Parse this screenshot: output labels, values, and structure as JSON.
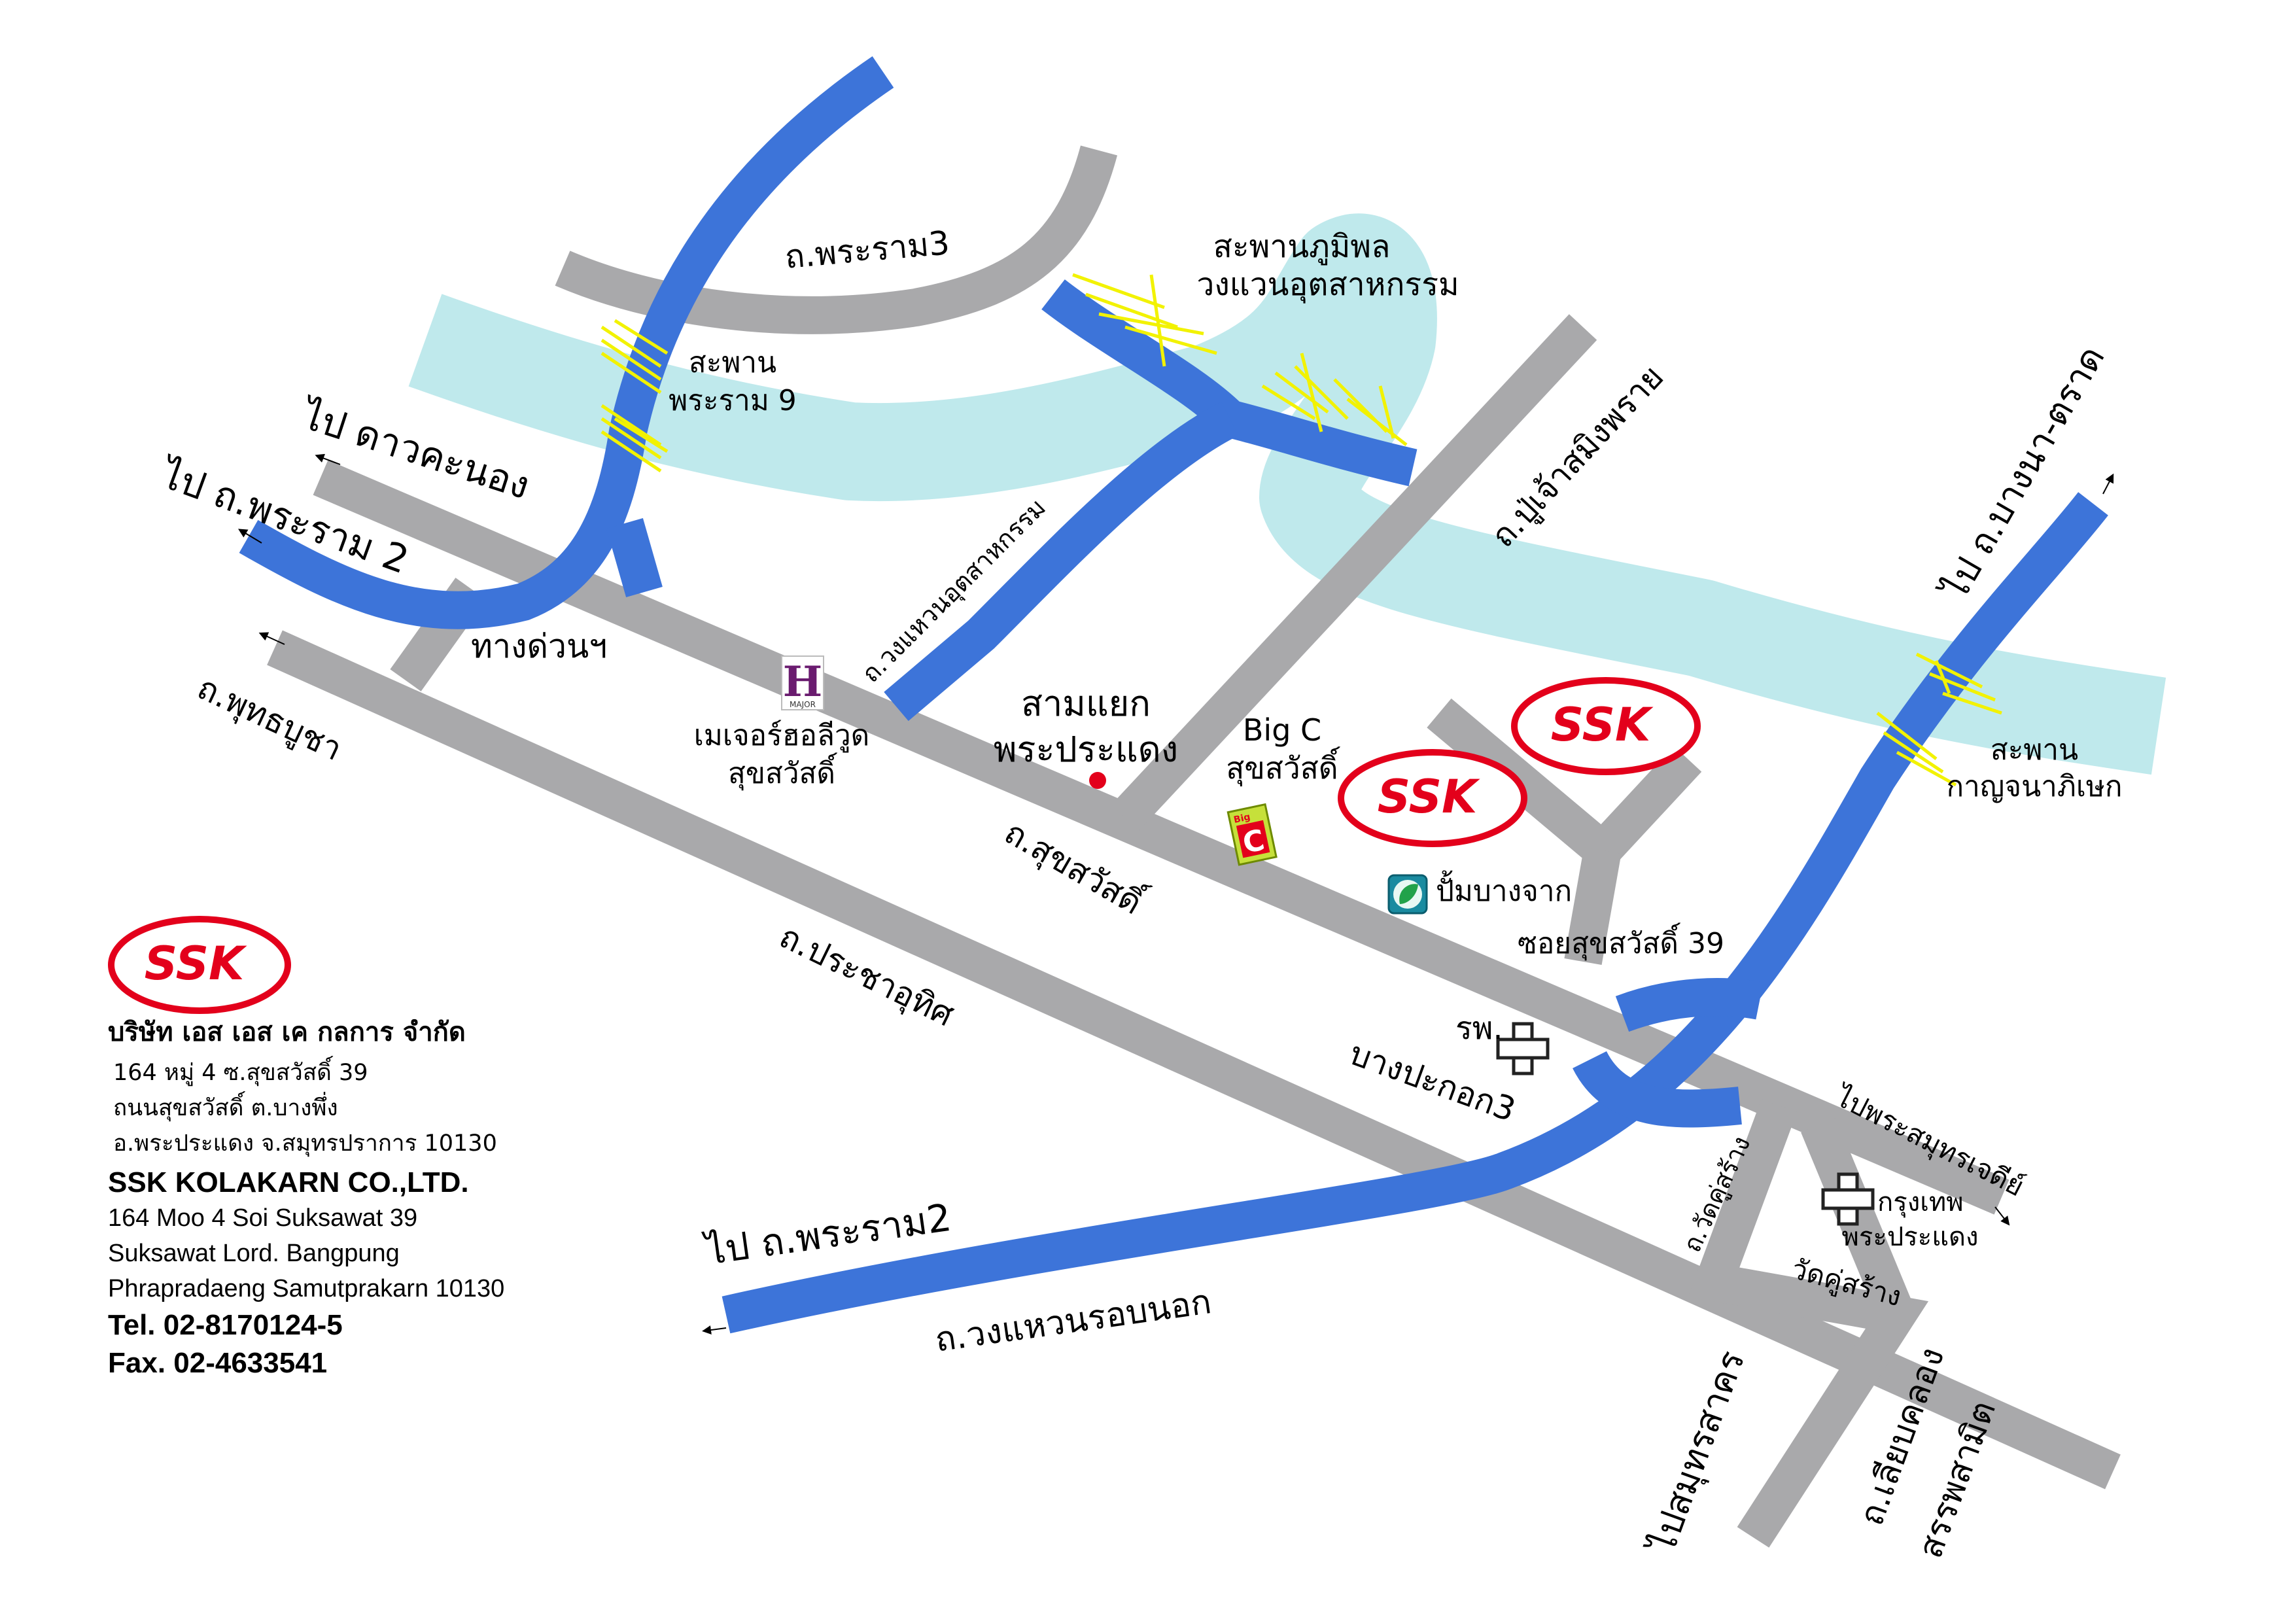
{
  "colors": {
    "expressway": "#3d74d9",
    "road": "#a9a9ab",
    "river": "#bfe9ec",
    "bridge": "#f2f200",
    "logo_red": "#e3001b",
    "landmark_dot": "#e3001b"
  },
  "labels": {
    "to_dao_khanong": "ไป ดาวคะนอง",
    "to_rama2_left": "ไป ถ.พระราม 2",
    "rama3_road": "ถ.พระราม3",
    "bhumibol_bridge": "สะพานภูมิพล",
    "industrial_ring": "วงแวนอุตสาหกรรม",
    "rama9_bridge_1": "สะพาน",
    "rama9_bridge_2": "พระราม 9",
    "expressway": "ทางด่วนฯ",
    "puchao_road": "ถ.ปู่เจ้าสมิงพราย",
    "ring_industrial_road": "ถ.วงแหวนอุตสาหกรรม",
    "phutthabucha_road": "ถ.พุทธบูชา",
    "major_1": "เมเจอร์ฮอลีวูด",
    "major_2": "สุขสวัสดิ์",
    "sam_yaek_1": "สามแยก",
    "sam_yaek_2": "พระประแดง",
    "bigc_1": "Big C",
    "bigc_2": "สุขสวัสดิ์",
    "suksawat_road": "ถ.สุขสวัสดิ์",
    "bangchak": "ปั้มบางจาก",
    "soi_39": "ซอยสุขสวัสดิ์ 39",
    "to_bangna": "ไป ถ.บางนา-ตราด",
    "kanchana_bridge_1": "สะพาน",
    "kanchana_bridge_2": "กาญจนาภิเษก",
    "pracha_uthit_road": "ถ.ประชาอุทิศ",
    "bang_pakok_hosp_1": "รพ.",
    "bang_pakok_hosp_2": "บางปะกอก3",
    "to_phra_samut": "ไปพระสมุทรเจดีย์",
    "wat_khu_road": "ถ.วัดคู่สร้าง",
    "bangkok_hosp_1": "กรุงเทพ",
    "bangkok_hosp_2": "พระประแดง",
    "wat_khu": "วัดคู่สร้าง",
    "to_rama2_bottom": "ไป ถ.พระราม2",
    "outer_ring_road": "ถ.วงแหวนรอบนอก",
    "to_samut_sakhon": "ไปสมุทรสาคร",
    "canal_road_1": "ถ.เลียบคลอง",
    "canal_road_2": "สรรพสามิต"
  },
  "logos": {
    "ssk": "SSK",
    "major_letter": "H",
    "major_text": "MAJOR",
    "bigc_letter": "C",
    "bigc_text": "Big"
  },
  "company": {
    "name_th": "บริษัท เอส เอส เค กลการ จำกัด",
    "addr_th_1": "164 หมู่ 4 ซ.สุขสวัสดิ์ 39",
    "addr_th_2": "ถนนสุขสวัสดิ์  ต.บางพึ่ง",
    "addr_th_3": "อ.พระประแดง จ.สมุทรปราการ 10130",
    "name_en": "SSK KOLAKARN CO.,LTD.",
    "addr_en_1": "164 Moo 4 Soi Suksawat 39",
    "addr_en_2": "Suksawat Lord. Bangpung",
    "addr_en_3": "Phrapradaeng Samutprakarn 10130",
    "tel": "Tel. 02-8170124-5",
    "fax": "Fax. 02-4633541"
  }
}
